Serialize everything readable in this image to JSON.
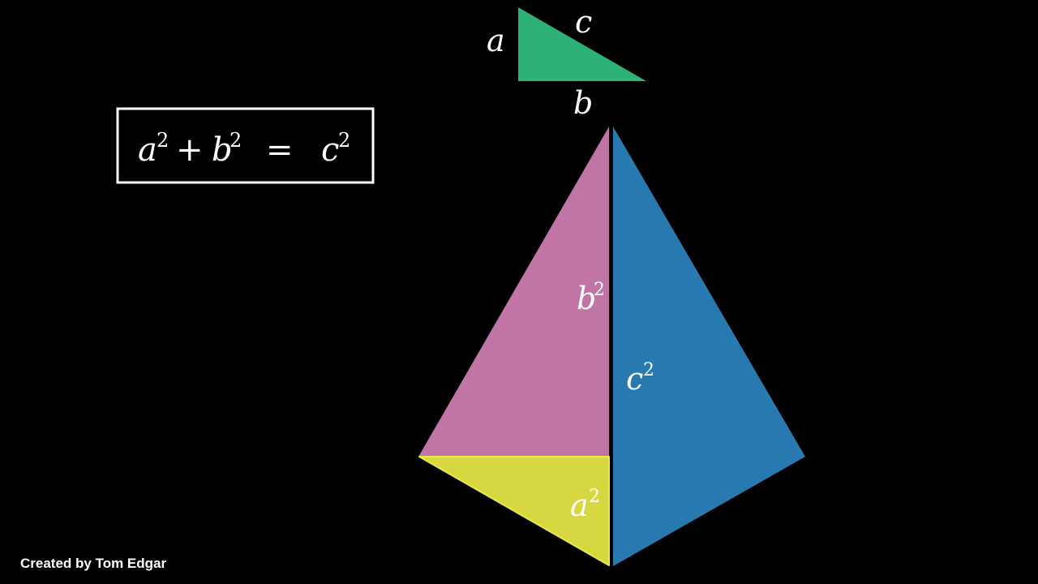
{
  "colors": {
    "background": "#000000",
    "small_triangle": "#2eb176",
    "triangle_b2": "#c174a6",
    "triangle_c2": "#2779b0",
    "triangle_a2": "#d6d741",
    "triangle_a2_edge": "#e8ea4a",
    "text": "#ffffff",
    "frame": "#ffffff"
  },
  "equation": {
    "a": "a",
    "b": "b",
    "c": "c",
    "exponent": "2",
    "plus": "+",
    "equals": "="
  },
  "small_triangle": {
    "label_a": "a",
    "label_b": "b",
    "label_c": "c"
  },
  "pyramid": {
    "label_b2_base": "b",
    "label_b2_exp": "2",
    "label_c2_base": "c",
    "label_c2_exp": "2",
    "label_a2_base": "a",
    "label_a2_exp": "2"
  },
  "credit": "Created by Tom Edgar"
}
